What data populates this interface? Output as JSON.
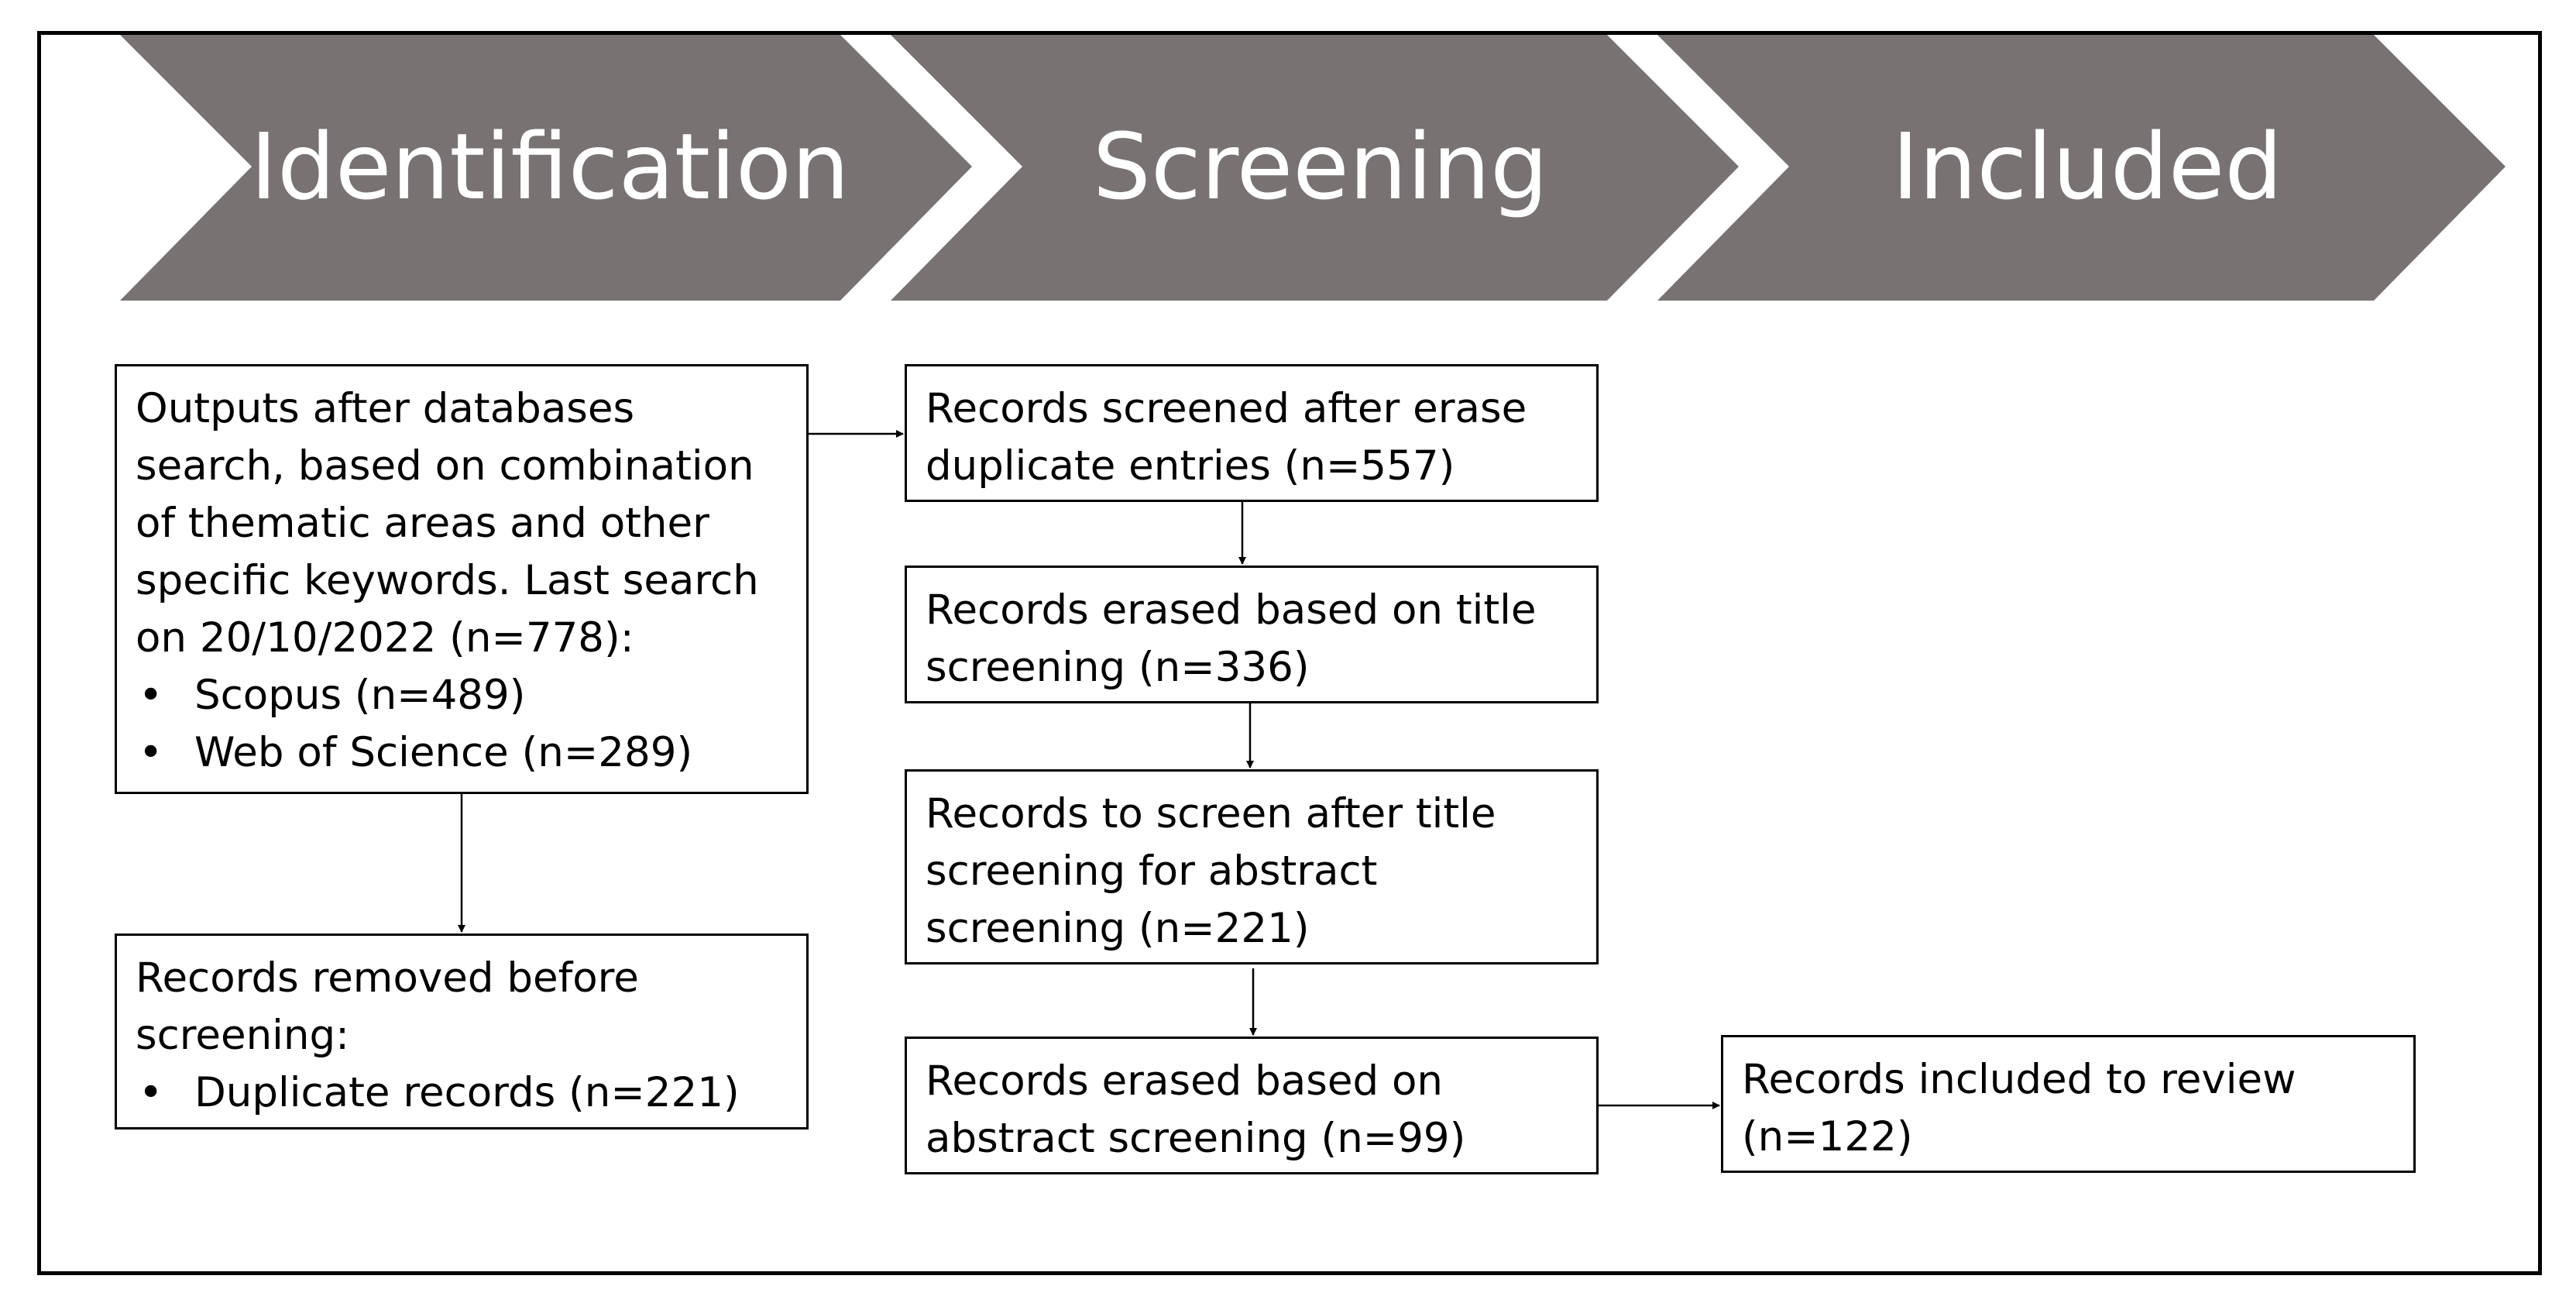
{
  "stages": [
    {
      "label": "Identification"
    },
    {
      "label": "Screening"
    },
    {
      "label": "Included"
    }
  ],
  "colors": {
    "chevron": "#787272",
    "box_border": "#000000",
    "frame": "#000000"
  },
  "boxes": {
    "search_outputs": {
      "text": "Outputs after databases search, based on combination of thematic areas and other specific keywords. Last search on 20/10/2022 (n=778):",
      "items": [
        "Scopus (n=489)",
        "Web of Science (n=289)"
      ]
    },
    "removed_before": {
      "text": "Records removed before screening:",
      "items": [
        "Duplicate records (n=221)"
      ]
    },
    "screened_after_duplicates": {
      "text": "Records screened after erase duplicate entries (n=557)"
    },
    "erased_title": {
      "text": "Records erased based on title screening (n=336)"
    },
    "to_screen_abstract": {
      "text": "Records to screen after title screening for abstract screening (n=221)"
    },
    "erased_abstract": {
      "text": "Records erased based on abstract screening (n=99)"
    },
    "included_review": {
      "text": "Records included to review (n=122)"
    }
  }
}
